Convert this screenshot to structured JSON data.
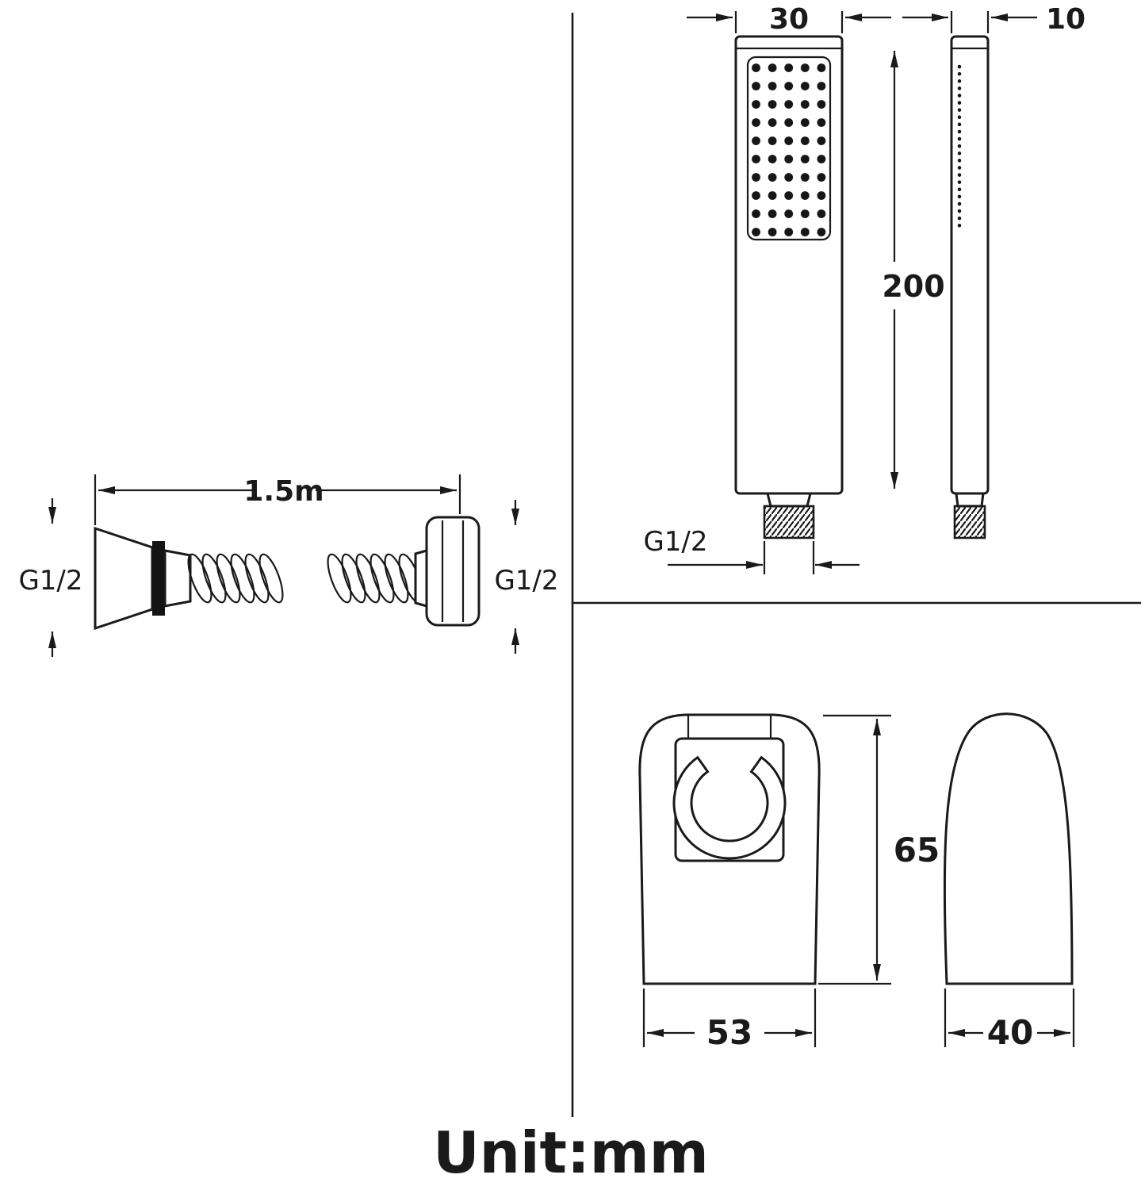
{
  "diagram": {
    "unit_label": "Unit:mm",
    "hand_shower": {
      "head_width_mm": "30",
      "head_depth_mm": "10",
      "length_mm": "200",
      "connector_thread": "G1/2"
    },
    "hose": {
      "length": "1.5m",
      "left_thread": "G1/2",
      "right_thread": "G1/2"
    },
    "bracket": {
      "height_mm": "65",
      "front_width_mm": "53",
      "side_depth_mm": "40"
    },
    "colors": {
      "ink": "#1a1a1a",
      "background": "#ffffff"
    }
  }
}
